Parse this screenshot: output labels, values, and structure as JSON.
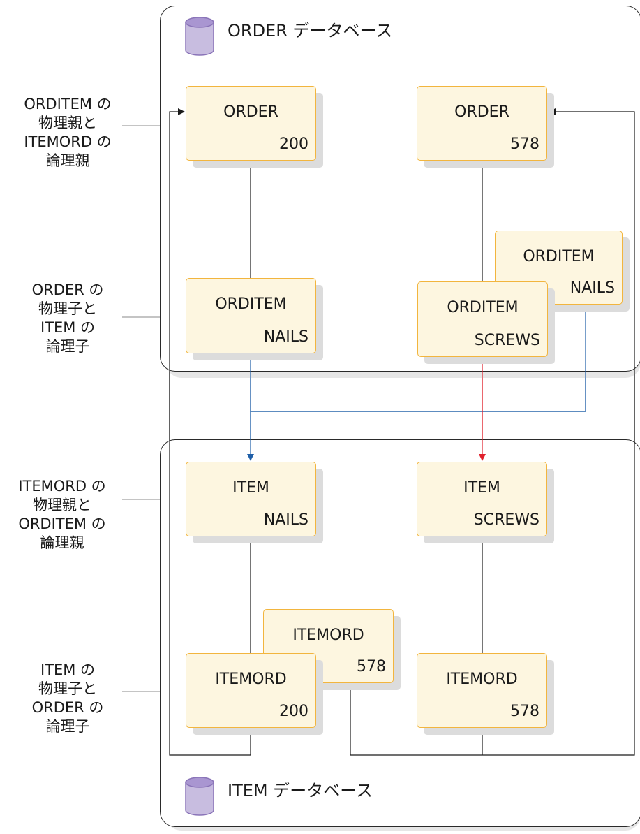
{
  "databases": {
    "order": {
      "title": "ORDER データベース"
    },
    "item": {
      "title": "ITEM データベース"
    }
  },
  "segments": {
    "order_200": {
      "name": "ORDER",
      "key": "200"
    },
    "order_578": {
      "name": "ORDER",
      "key": "578"
    },
    "orditem_nails": {
      "name": "ORDITEM",
      "key": "NAILS"
    },
    "orditem_screws": {
      "name": "ORDITEM",
      "key": "SCREWS"
    },
    "orditem_nails_back": {
      "name": "ORDITEM",
      "key": "NAILS"
    },
    "item_nails": {
      "name": "ITEM",
      "key": "NAILS"
    },
    "item_screws": {
      "name": "ITEM",
      "key": "SCREWS"
    },
    "itemord_200": {
      "name": "ITEMORD",
      "key": "200"
    },
    "itemord_578_back": {
      "name": "ITEMORD",
      "key": "578"
    },
    "itemord_578": {
      "name": "ITEMORD",
      "key": "578"
    }
  },
  "labels": {
    "label1": [
      "ORDITEM の",
      "物理親と",
      "ITEMORD の",
      "論理親"
    ],
    "label2": [
      "ORDER の",
      "物理子と",
      "ITEM の",
      "論理子"
    ],
    "label3": [
      "ITEMORD の",
      "物理親と",
      "ORDITEM の",
      "論理親"
    ],
    "label4": [
      "ITEM の",
      "物理子と",
      "ORDER の",
      "論理子"
    ]
  },
  "colors": {
    "segment_fill": "#fdf6e0",
    "segment_border": "#f2b53e",
    "line_black": "#1a1a1a",
    "line_blue": "#1f5fa8",
    "line_red": "#e0202c",
    "cylinder_fill": "#c8bde0",
    "cylinder_stroke": "#8a74b8"
  }
}
